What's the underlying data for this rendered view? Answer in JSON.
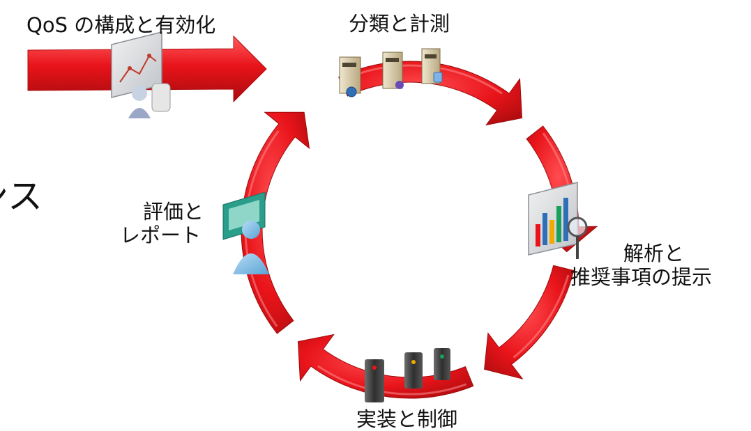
{
  "labels": {
    "configure": "QoS の構成と有効化",
    "classify": "分類と計測",
    "analyze_line1": "解析と",
    "analyze_line2": "推奨事項の提示",
    "implement": "実装と制御",
    "evaluate_line1": "評価と",
    "evaluate_line2": "レポート",
    "clipped_text": "ンス"
  },
  "icons": {
    "configure": "presenter-with-board-icon",
    "classify": "server-group-icon",
    "analyze": "bar-chart-magnifier-icon",
    "implement": "server-racks-icon",
    "evaluate": "person-at-monitor-icon"
  },
  "colors": {
    "arrow_red": "#e8141a",
    "arrow_dark_red": "#b50e10",
    "arrow_highlight": "#ff6b6b",
    "text": "#111111"
  }
}
